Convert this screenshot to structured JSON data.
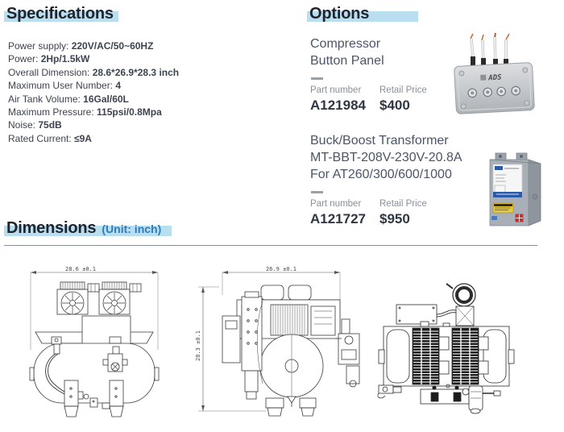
{
  "colors": {
    "highlight_band": "#b9def0",
    "title_text": "#20242e",
    "body_text": "#3d4350",
    "muted_label": "#8a8f98",
    "accent_blue": "#2e7cb8",
    "rule_gray": "#8a8f96",
    "drawing_stroke": "#3a3a3a"
  },
  "specifications": {
    "title": "Specifications",
    "items": [
      {
        "label": "Power supply: ",
        "value": "220V/AC/50~60HZ"
      },
      {
        "label": "Power: ",
        "value": "2Hp/1.5kW"
      },
      {
        "label": "Overall Dimension: ",
        "value": "28.6*26.9*28.3 inch"
      },
      {
        "label": "Maximum User Number: ",
        "value": "4"
      },
      {
        "label": "Air Tank Volume: ",
        "value": "16Gal/60L"
      },
      {
        "label": "Maximum Pressure: ",
        "value": "115psi/0.8Mpa"
      },
      {
        "label": "Noise: ",
        "value": "75dB"
      },
      {
        "label": "Rated Current: ",
        "value": "≤9A"
      }
    ]
  },
  "options": {
    "title": "Options",
    "products": [
      {
        "name_lines": [
          "Compressor",
          "Button Panel"
        ],
        "part_number_label": "Part number",
        "part_number": "A121984",
        "retail_price_label": "Retail Price",
        "retail_price": "$400",
        "photo_logo": "ADS"
      },
      {
        "name_lines": [
          "Buck/Boost Transformer",
          "MT-BBT-208V-230V-20.8A",
          "For AT260/300/600/1000"
        ],
        "part_number_label": "Part number",
        "part_number": "A121727",
        "retail_price_label": "Retail Price",
        "retail_price": "$950"
      }
    ]
  },
  "dimensions_section": {
    "title": "Dimensions",
    "unit": "(Unit: inch)",
    "drawings": [
      {
        "view": "front",
        "width_dim": "28.6 ±0.1"
      },
      {
        "view": "side",
        "width_dim": "26.9 ±0.1",
        "height_dim": "28.3 ±0.1"
      },
      {
        "view": "top"
      }
    ]
  }
}
